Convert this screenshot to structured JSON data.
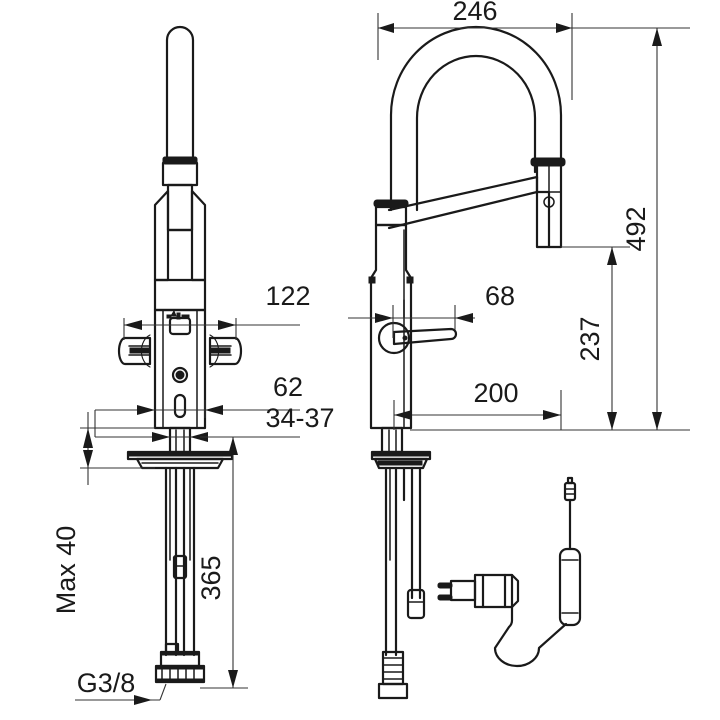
{
  "document": {
    "type": "technical-drawing",
    "subject": "kitchen mixer faucet with pull-out spray and power supply",
    "units": "mm",
    "views": [
      {
        "name": "front-view",
        "position": "left"
      },
      {
        "name": "side-view",
        "position": "right"
      }
    ]
  },
  "dimensions": {
    "width_246": "246",
    "height_492": "492",
    "height_237": "237",
    "spout_122": "122",
    "offset_68": "68",
    "body_62": "62",
    "shank_34_37": "34-37",
    "reach_200": "200",
    "deck_max_40": "Max 40",
    "hose_365": "365",
    "thread_g38": "G3/8"
  },
  "labels": {
    "w246": "246",
    "h492": "492",
    "h237": "237",
    "d122": "122",
    "d68": "68",
    "d62": "62",
    "d3437": "34-37",
    "d200": "200",
    "max40": "Max 40",
    "l365": "365",
    "thread": "G3/8"
  },
  "parts": {
    "spray_head": "pull-out spray head",
    "spring_arch": "spring arch spout",
    "lever_handle": "single lever handle",
    "sensor_button": "sensor button",
    "indicator_slot": "indicator slot",
    "deck_plate": "deck mounting plate",
    "supply_hoses": "flexible supply hoses",
    "hose_weight": "pull-down hose weight",
    "power_plug": "mains power plug",
    "power_adapter": "power supply transformer",
    "connector_cable": "connector cable"
  },
  "colors": {
    "line": "#1a1a1a",
    "dimension_line": "#333333",
    "background": "#ffffff"
  }
}
